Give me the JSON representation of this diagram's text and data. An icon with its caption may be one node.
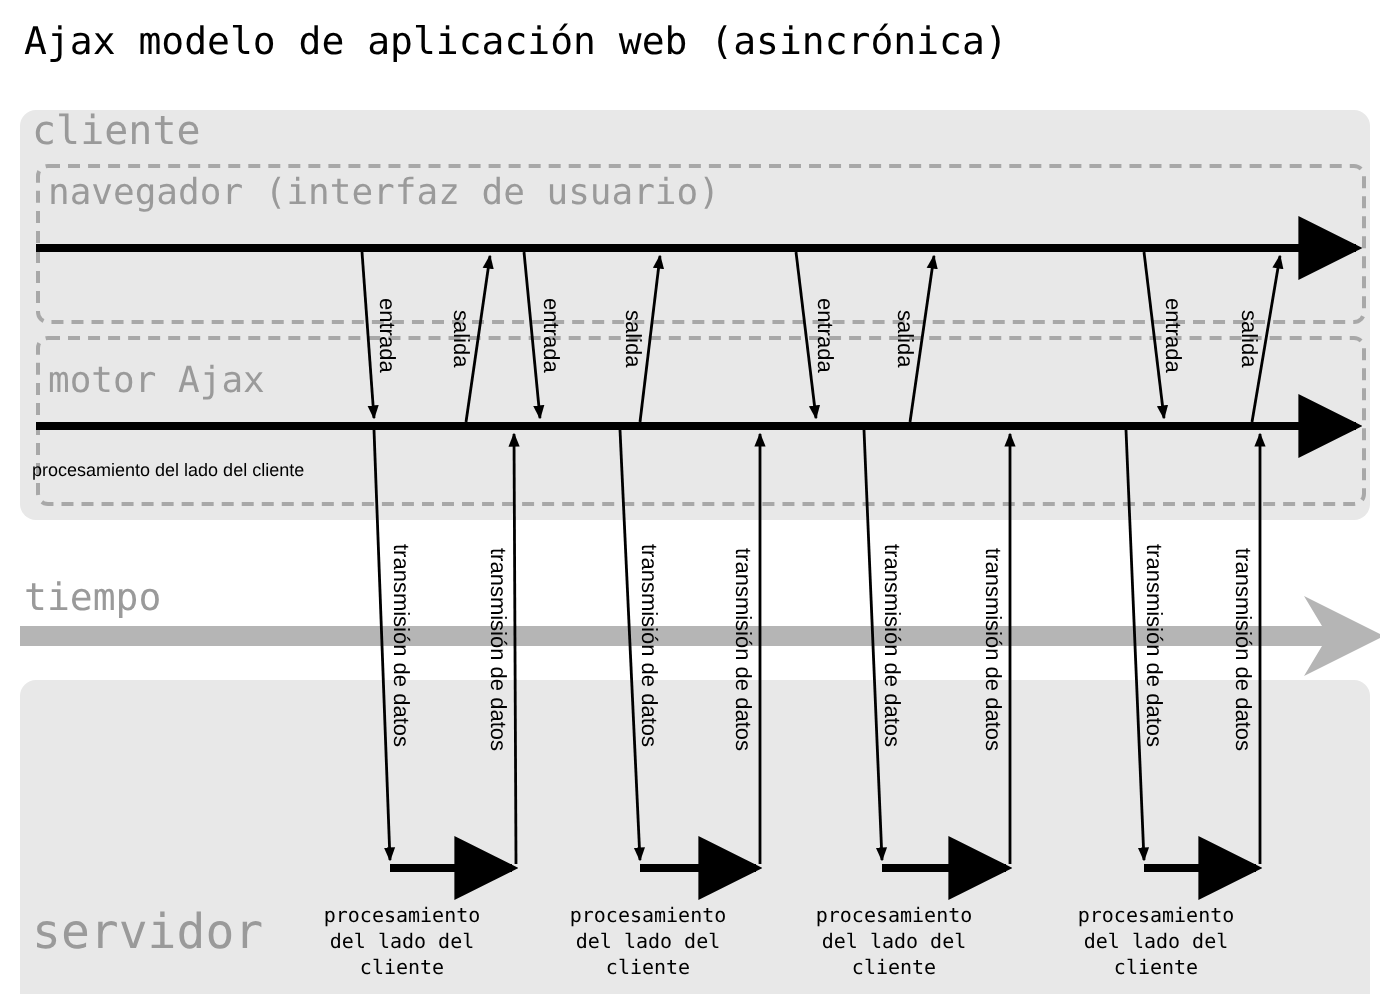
{
  "diagram": {
    "title": "Ajax modelo de aplicación web (asincrónica)",
    "nodes": [
      {
        "text": [
          "cliente"
        ]
      },
      {
        "text": [
          "navegador (interfaz de usuario)"
        ],
        "in": 0
      },
      {
        "text": [
          "motor Ajax",
          "procesamiento del lado del cliente"
        ],
        "in": 0
      },
      {
        "text": [
          "servidor"
        ]
      }
    ],
    "edges": [
      {
        "from": 1,
        "to": 2,
        "arrow": "to",
        "label": "entrada"
      },
      {
        "from": 2,
        "to": 3,
        "arrow": "to",
        "label": "transmisión de datos"
      },
      {
        "from": 3,
        "to": 2,
        "arrow": "to",
        "label": "transmisión de datos"
      },
      {
        "from": 2,
        "to": 1,
        "arrow": "to",
        "label": "salida"
      },
      {
        "from": 1,
        "to": 2,
        "arrow": "to",
        "label": "entrada"
      },
      {
        "from": 2,
        "to": 3,
        "arrow": "to",
        "label": "transmisión de datos"
      },
      {
        "from": 3,
        "to": 2,
        "arrow": "to",
        "label": "transmisión de datos"
      },
      {
        "from": 2,
        "to": 1,
        "arrow": "to",
        "label": "salida"
      },
      {
        "from": 1,
        "to": 2,
        "arrow": "to",
        "label": "entrada"
      },
      {
        "from": 2,
        "to": 3,
        "arrow": "to",
        "label": "transmisión de datos"
      },
      {
        "from": 3,
        "to": 2,
        "arrow": "to",
        "label": "transmisión de datos"
      },
      {
        "from": 2,
        "to": 1,
        "arrow": "to",
        "label": "salida"
      },
      {
        "from": 1,
        "to": 2,
        "arrow": "to",
        "label": "entrada"
      },
      {
        "from": 2,
        "to": 3,
        "arrow": "to",
        "label": "transmisión de datos"
      },
      {
        "from": 3,
        "to": 2,
        "arrow": "to",
        "label": "transmisión de datos"
      },
      {
        "from": 2,
        "to": 1,
        "arrow": "to",
        "label": "salida"
      }
    ],
    "labels": [
      "tiempo",
      "procesamiento del lado del cliente",
      "procesamiento del lado del cliente",
      "procesamiento del lado del cliente",
      "procesamiento del lado del cliente"
    ]
  }
}
